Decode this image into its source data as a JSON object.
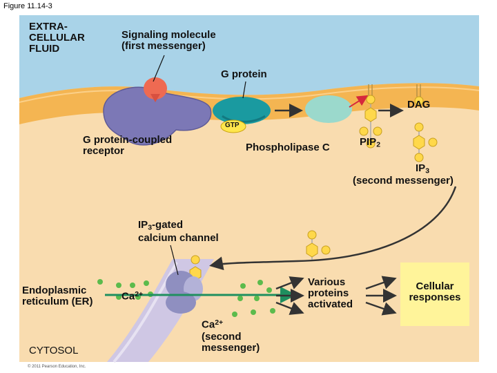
{
  "figure_title": "Figure 11.14-3",
  "labels": {
    "extracellular": "EXTRA-\nCELLULAR\nFLUID",
    "signaling": "Signaling molecule\n(first messenger)",
    "g_protein": "G protein",
    "gtp": "GTP",
    "gpcr": "G protein-coupled\nreceptor",
    "phospholipase": "Phospholipase C",
    "pip": "PIP",
    "pip_sub": "2",
    "dag": "DAG",
    "ip": "IP",
    "ip_sub": "3",
    "second_messenger": "(second messenger)",
    "ip3_gated_a": "IP",
    "ip3_gated_sub": "3",
    "ip3_gated_b": "-gated",
    "calcium_channel": "calcium channel",
    "er": "Endoplasmic\nreticulum (ER)",
    "ca_left": "Ca",
    "ca_left_sup": "2+",
    "ca_bottom": "Ca",
    "ca_bottom_sup": "2+",
    "ca_bottom_rest": "(second\nmessenger)",
    "proteins": "Various\nproteins\nactivated",
    "responses": "Cellular\nresponses",
    "cytosol": "CYTOSOL",
    "copyright": "© 2011 Pearson Education, Inc."
  },
  "colors": {
    "extracellular_fluid": "#a9d3e8",
    "cytosol": "#f9dcaf",
    "membrane": "#f4b552",
    "receptor": "#7c78b6",
    "signal_molecule": "#ee6a52",
    "g_protein": "#1a9aa0",
    "phospholipase": "#9bd9cc",
    "ip3_ring": "#ffd84a",
    "calcium_ion": "#5cbb4c",
    "er_membrane": "#cfc7e4",
    "responses_box": "#fff49a",
    "arrow": "#333333",
    "activation_arrow": "#d6283c"
  }
}
